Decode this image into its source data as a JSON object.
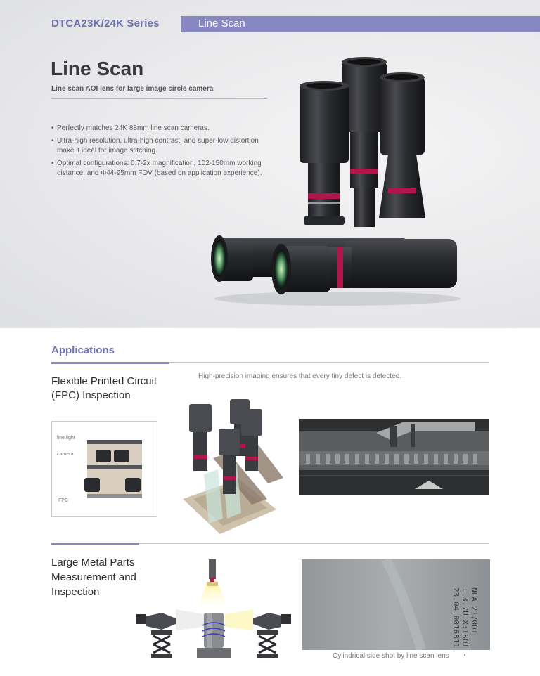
{
  "header": {
    "series": "DTCA23K/24K Series",
    "tag": "Line Scan"
  },
  "hero": {
    "title": "Line Scan",
    "subtitle": "Line scan AOI lens for large image circle camera",
    "bullets": [
      "Perfectly matches 24K 88mm line scan cameras.",
      "Ultra-high resolution, ultra-high contrast, and super-low distortion make it ideal for image stitching.",
      "Optimal configurations: 0.7-2x magnification, 102-150mm working distance, and Φ44-95mm FOV (based on application experience)."
    ]
  },
  "applications": {
    "heading": "Applications",
    "fpc": {
      "title": "Flexible Printed Circuit (FPC) Inspection",
      "description": "High-precision imaging ensures that every tiny defect is detected.",
      "diagram_labels": {
        "line_light": "line light",
        "camera": "camera",
        "fpc": "FPC"
      }
    },
    "metal": {
      "title": "Large Metal Parts Measurement and Inspection",
      "sample_text": [
        "NCA 2170OT",
        "+ 3.7U X:ISOT -",
        "23.04.0016811"
      ],
      "caption": "Cylindrical side shot by line scan lens"
    }
  },
  "colors": {
    "accent": "#8788c1",
    "accent_text": "#6f71b0",
    "lens_body": "#2c2d31",
    "lens_ring": "#b0164a"
  }
}
